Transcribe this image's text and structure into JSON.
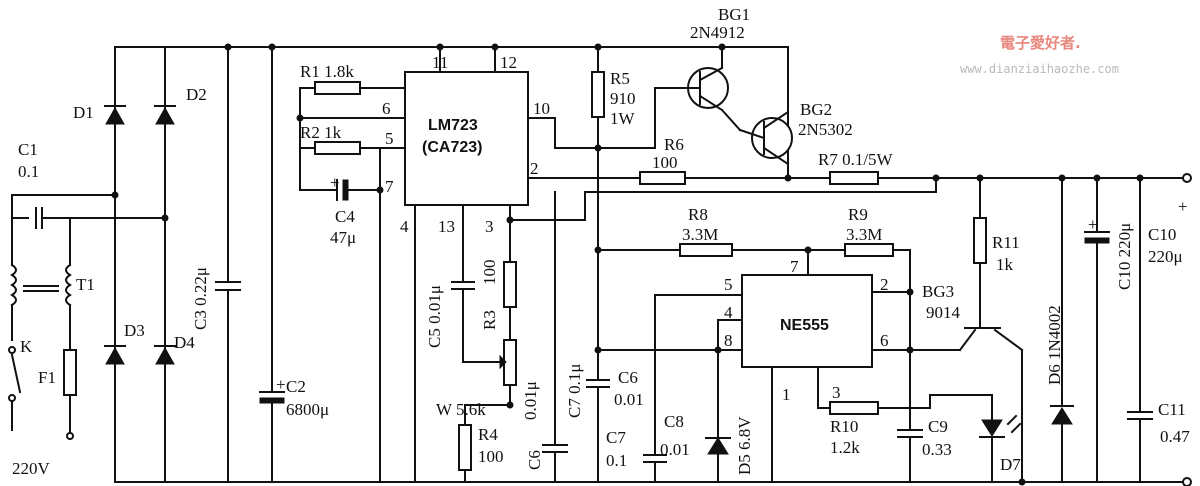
{
  "watermark": {
    "brand": "電子愛好者.",
    "url": "www.dianziaihaozhe.com"
  },
  "labels": {
    "bg1_name": "BG1",
    "bg1_part": "2N4912",
    "bg2_name": "BG2",
    "bg2_part": "2N5302",
    "bg3_name": "BG3",
    "bg3_part": "9014",
    "ic1_name": "LM723",
    "ic1_alt": "(CA723)",
    "ic2_name": "NE555",
    "r1": "R1  1.8k",
    "r2": "R2  1k",
    "r3": "R3",
    "r3_val": "100",
    "r4": "R4",
    "r4_val": "100",
    "r5": "R5",
    "r5_val": "910",
    "r5_pow": "1W",
    "r6": "R6",
    "r6_val": "100",
    "r7": "R7  0.1/5W",
    "r8": "R8",
    "r8_val": "3.3M",
    "r9": "R9",
    "r9_val": "3.3M",
    "r10": "R10",
    "r10_val": "1.2k",
    "r11": "R11",
    "r11_val": "1k",
    "w": "W  5.6k",
    "c1": "C1",
    "c1_val": "0.1",
    "c2": "C2",
    "c2_val": "6800μ",
    "c3": "C3  0.22μ",
    "c4": "C4",
    "c4_val": "47μ",
    "c5": "C5  0.01μ",
    "c6": "C6",
    "c6_val": "0.01",
    "c6b": "C6",
    "c6b_val": "0.01μ",
    "c7": "C7",
    "c7_val": "0.1",
    "c7b": "C7  0.1μ",
    "c8": "C8",
    "c8_val": "0.01",
    "c9": "C9",
    "c9_val": "0.33",
    "c10": "C10  220μ",
    "c10r": "C10",
    "c10r_val": "220μ",
    "c11": "C11",
    "c11_val": "0.47",
    "d1": "D1",
    "d2": "D2",
    "d3": "D3",
    "d4": "D4",
    "d5": "D5  6.8V",
    "d6": "D6   1N4002",
    "d7": "D7",
    "t1": "T1",
    "k": "K",
    "f1": "F1",
    "mains": "220V",
    "plus": "+",
    "p723_11": "11",
    "p723_12": "12",
    "p723_10": "10",
    "p723_6": "6",
    "p723_5": "5",
    "p723_7": "7",
    "p723_2": "2",
    "p723_4": "4",
    "p723_13": "13",
    "p723_3": "3",
    "p555_5": "5",
    "p555_7": "7",
    "p555_2": "2",
    "p555_4": "4",
    "p555_8": "8",
    "p555_6": "6",
    "p555_1": "1",
    "p555_3": "3"
  }
}
